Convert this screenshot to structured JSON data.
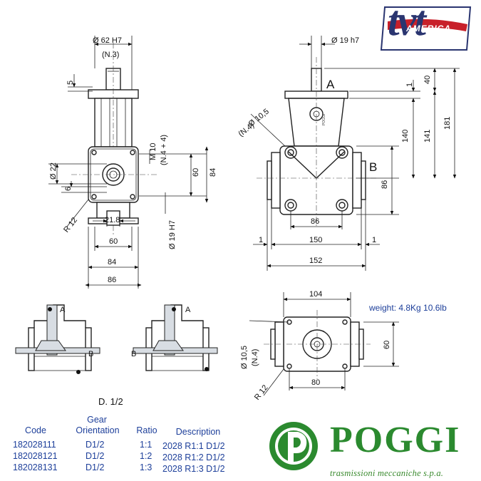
{
  "logo_tvt": {
    "text": "tvt",
    "subtext": "AMERICA"
  },
  "logo_poggi": {
    "name": "POGGI",
    "tagline": "trasmissioni meccaniche s.p.a."
  },
  "weight_note": "weight: 4.8Kg 10.6lb",
  "view_label": "D. 1/2",
  "dims": {
    "d62h7": "Ø 62 H7",
    "n3": "(N.3)",
    "five": "5",
    "m10": "M 10",
    "n44": "(N.4 + 4)",
    "d22": "Ø 22",
    "six": "6",
    "sixty_v": "60",
    "eighty_four_v": "84",
    "r12": "R 12",
    "d19h7": "Ø 19 H7",
    "twenty_one_eight": "21.8",
    "sixty_h": "60",
    "eighty_four_h": "84",
    "eighty_six_h": "86",
    "d19h7_shaft": "Ø 19 h7",
    "d105": "Ø 10,5",
    "n4": "(N.4)",
    "one_top": "1",
    "forty": "40",
    "one_forty": "140",
    "one_forty_one": "141",
    "one_eighty_one": "181",
    "eighty_six_v": "86",
    "eighty_six_hole": "86",
    "one_left": "1",
    "one_fifty": "150",
    "one_right": "1",
    "one_fifty_two": "152",
    "one_oh_four": "104",
    "d105_b": "Ø 10,5",
    "n4_b": "(N.4)",
    "sixty_b": "60",
    "r12_b": "R 12",
    "eighty_b": "80"
  },
  "shaft_labels": {
    "a_main": "A",
    "b_main": "B",
    "a_left": "A",
    "b_left": "B",
    "a_mid": "A",
    "b_mid": "B"
  },
  "table": {
    "headers": {
      "code": "Code",
      "gear_1": "Gear",
      "gear_2": "Orientation",
      "ratio": "Ratio",
      "description": "Description"
    },
    "rows": [
      {
        "code": "182028111",
        "orientation": "D1/2",
        "ratio": "1:1",
        "description": "2028 R1:1 D1/2"
      },
      {
        "code": "182028121",
        "orientation": "D1/2",
        "ratio": "1:2",
        "description": "2028 R1:2 D1/2"
      },
      {
        "code": "182028131",
        "orientation": "D1/2",
        "ratio": "1:3",
        "description": "2028 R1:3 D1/2"
      }
    ]
  },
  "colors": {
    "table_text": "#1d3f9a",
    "poggi_green": "#2b8a2f",
    "tvt_navy": "#2a3570",
    "tvt_red": "#c8202a"
  }
}
